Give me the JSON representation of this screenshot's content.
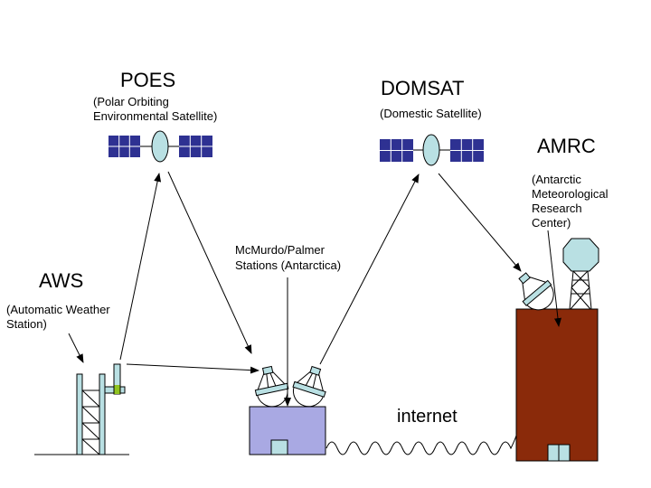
{
  "colors": {
    "panel": "#2e3192",
    "satellite_body": "#b9e0e3",
    "station_building": "#a9a9e3",
    "amrc_building": "#8a2a0a",
    "aws_accent": "#8fc31f",
    "line": "#000000"
  },
  "nodes": {
    "poes": {
      "title": "POES",
      "subtitle_line1": "(Polar Orbiting",
      "subtitle_line2": "Environmental Satellite)",
      "icon": "satellite-icon"
    },
    "domsat": {
      "title": "DOMSAT",
      "subtitle": "(Domestic Satellite)",
      "icon": "satellite-icon"
    },
    "amrc": {
      "title": "AMRC",
      "subtitle_lines": [
        "(Antarctic",
        "Meteorological",
        "Research",
        "Center)"
      ],
      "icon": "building-icon"
    },
    "aws": {
      "title": "AWS",
      "subtitle_line1": "(Automatic Weather",
      "subtitle_line2": "Station)",
      "icon": "weather-tower-icon"
    },
    "mcmurdo": {
      "line1": "McMurdo/Palmer",
      "line2": "Stations (Antarctica)",
      "icon": "ground-station-icon"
    }
  },
  "links": {
    "internet_label": "internet"
  }
}
